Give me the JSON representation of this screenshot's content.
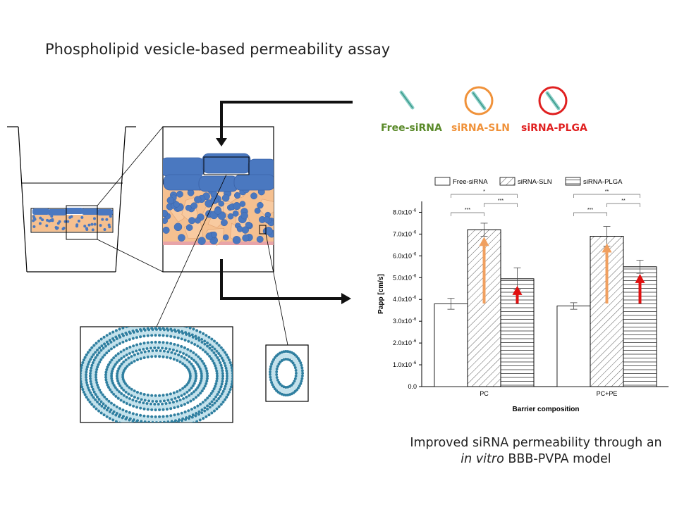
{
  "title": "Phospholipid vesicle-based permeability assay",
  "legend_top": {
    "items": [
      {
        "label": "Free-siRNA",
        "color": "#5a8a2a"
      },
      {
        "label": "siRNA-SLN",
        "color": "#f0923a"
      },
      {
        "label": "siRNA-PLGA",
        "color": "#e02020"
      }
    ]
  },
  "caption": {
    "line1": "Improved siRNA permeability through an",
    "line2_italic": "in vitro",
    "line2_rest": " BBB-PVPA  model"
  },
  "colors": {
    "cell_blue": "#4a78c0",
    "lipid_orange": "#f5c090",
    "vesicle_teal": "#2f7fa0",
    "arrow_orange": "#f0a060",
    "arrow_red": "#e01010"
  },
  "chart_data": {
    "type": "bar",
    "categories": [
      "PC",
      "PC+PE"
    ],
    "series": [
      {
        "name": "Free-siRNA",
        "pattern": "none",
        "values": [
          3.8e-06,
          3.7e-06
        ],
        "errors": [
          2.5e-07,
          1.5e-07
        ]
      },
      {
        "name": "siRNA-SLN",
        "pattern": "diagonal",
        "values": [
          7.2e-06,
          6.9e-06
        ],
        "errors": [
          3e-07,
          4.5e-07
        ]
      },
      {
        "name": "siRNA-PLGA",
        "pattern": "horizontal",
        "values": [
          4.95e-06,
          5.5e-06
        ],
        "errors": [
          5e-07,
          3e-07
        ]
      }
    ],
    "ylabel": "Papp [cm/s]",
    "xlabel": "Barrier composition",
    "ylim": [
      0,
      8.5e-06
    ],
    "yticks": [
      {
        "v": 0,
        "label": "0.0"
      },
      {
        "v": 1e-06,
        "label": "1.0x10",
        "exp": "-6"
      },
      {
        "v": 2e-06,
        "label": "2.0x10",
        "exp": "-6"
      },
      {
        "v": 3e-06,
        "label": "3.0x10",
        "exp": "-6"
      },
      {
        "v": 4e-06,
        "label": "4.0x10",
        "exp": "-6"
      },
      {
        "v": 5e-06,
        "label": "5.0x10",
        "exp": "-6"
      },
      {
        "v": 6e-06,
        "label": "6.0x10",
        "exp": "-6"
      },
      {
        "v": 7e-06,
        "label": "7.0x10",
        "exp": "-6"
      },
      {
        "v": 8e-06,
        "label": "8.0x10",
        "exp": "-6"
      }
    ],
    "significance": [
      {
        "group": 0,
        "from": 0,
        "to": 1,
        "label": "***",
        "level": 1
      },
      {
        "group": 0,
        "from": 1,
        "to": 2,
        "label": "***",
        "level": 2
      },
      {
        "group": 0,
        "from": 0,
        "to": 2,
        "label": "*",
        "level": 3
      },
      {
        "group": 1,
        "from": 0,
        "to": 1,
        "label": "***",
        "level": 1
      },
      {
        "group": 1,
        "from": 1,
        "to": 2,
        "label": "**",
        "level": 2
      },
      {
        "group": 1,
        "from": 0,
        "to": 2,
        "label": "**",
        "level": 3
      }
    ],
    "arrows": [
      {
        "group": 0,
        "bar": 1,
        "color": "orange"
      },
      {
        "group": 0,
        "bar": 2,
        "color": "red"
      },
      {
        "group": 1,
        "bar": 1,
        "color": "orange"
      },
      {
        "group": 1,
        "bar": 2,
        "color": "red"
      }
    ]
  }
}
